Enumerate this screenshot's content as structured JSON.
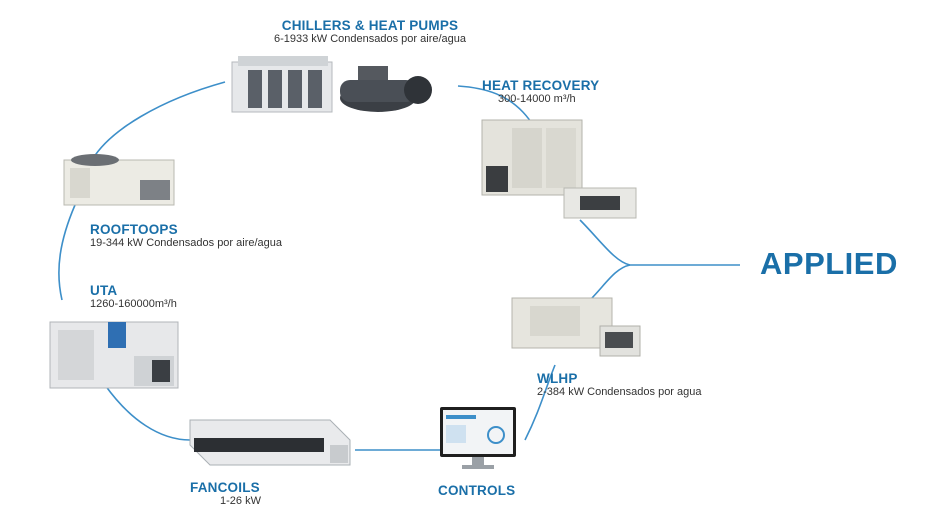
{
  "brand_label": "APPLIED",
  "accent_color": "#1a6fa8",
  "line_color": "#3d8fc9",
  "products": {
    "chillers": {
      "title": "CHILLERS & HEAT PUMPS",
      "spec": "6-1933 kW Condensados por aire/agua"
    },
    "heat_recovery": {
      "title": "HEAT RECOVERY",
      "spec": "300-14000 m³/h"
    },
    "rooftops": {
      "title": "ROOFTOOPS",
      "spec": "19-344 kW Condensados por aire/agua"
    },
    "uta": {
      "title": "UTA",
      "spec": "1260-160000m³/h"
    },
    "wlhp": {
      "title": "WLHP",
      "spec": "2-384 kW Condensados por agua"
    },
    "fancoils": {
      "title": "FANCOILS",
      "spec": "1-26 kW"
    },
    "controls": {
      "title": "CONTROLS",
      "spec": ""
    }
  }
}
